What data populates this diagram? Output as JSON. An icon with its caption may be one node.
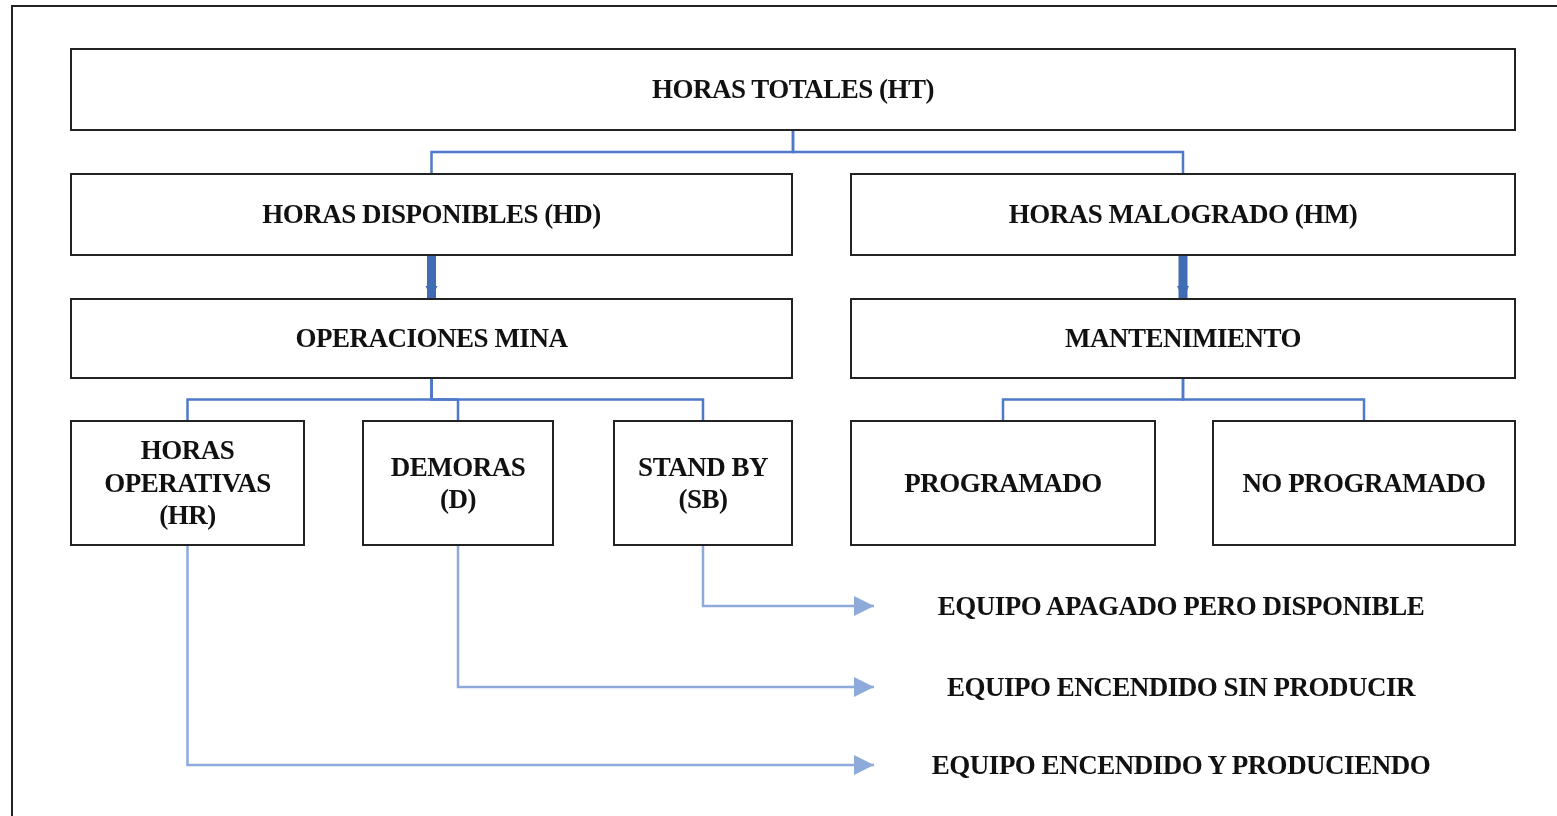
{
  "diagram": {
    "nodes": [
      {
        "text": [
          "HORAS TOTALES (HT)"
        ]
      },
      {
        "text": [
          "HORAS DISPONIBLES (HD)"
        ]
      },
      {
        "text": [
          "HORAS MALOGRADO (HM)"
        ]
      },
      {
        "text": [
          "OPERACIONES MINA"
        ]
      },
      {
        "text": [
          "MANTENIMIENTO"
        ]
      },
      {
        "text": [
          "HORAS OPERATIVAS (HR)"
        ]
      },
      {
        "text": [
          "DEMORAS (D)"
        ]
      },
      {
        "text": [
          "STAND BY (SB)"
        ]
      },
      {
        "text": [
          "PROGRAMADO"
        ]
      },
      {
        "text": [
          "NO PROGRAMADO"
        ]
      },
      {
        "text": [
          "EQUIPO APAGADO PERO DISPONIBLE"
        ]
      },
      {
        "text": [
          "EQUIPO ENCENDIDO SIN PRODUCIR"
        ]
      },
      {
        "text": [
          "EQUIPO ENCENDIDO Y PRODUCIENDO"
        ]
      }
    ],
    "edges": [
      {
        "from": 0,
        "to": 1,
        "arrow": "none"
      },
      {
        "from": 0,
        "to": 2,
        "arrow": "none"
      },
      {
        "from": 1,
        "to": 3,
        "arrow": "to",
        "style": "thick"
      },
      {
        "from": 2,
        "to": 4,
        "arrow": "to",
        "style": "thick"
      },
      {
        "from": 3,
        "to": 5,
        "arrow": "none"
      },
      {
        "from": 3,
        "to": 6,
        "arrow": "none"
      },
      {
        "from": 3,
        "to": 7,
        "arrow": "none"
      },
      {
        "from": 4,
        "to": 8,
        "arrow": "none"
      },
      {
        "from": 4,
        "to": 9,
        "arrow": "none"
      },
      {
        "from": 7,
        "to": 10,
        "arrow": "to",
        "color": "#8eaadb"
      },
      {
        "from": 6,
        "to": 11,
        "arrow": "to",
        "color": "#8eaadb"
      },
      {
        "from": 5,
        "to": 12,
        "arrow": "to",
        "color": "#8eaadb"
      }
    ]
  }
}
